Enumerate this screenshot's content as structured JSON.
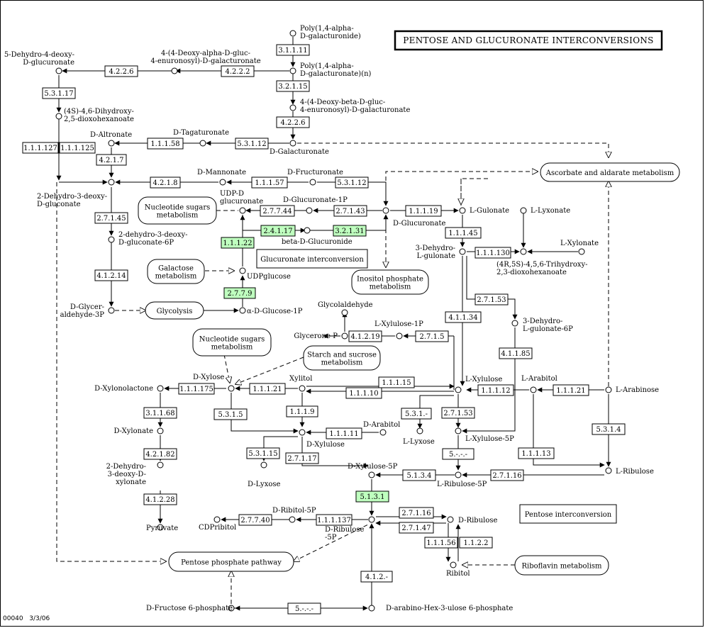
{
  "title": "PENTOSE AND GLUCURONATE INTERCONVERSIONS",
  "footer": {
    "map_id": "00040",
    "date": "3/3/06"
  },
  "compounds": {
    "poly_galacturonide": [
      "Poly(1,4-alpha-",
      "D-galacturonide)"
    ],
    "poly_galacturonate_n": [
      "Poly(1,4-alpha-",
      "D-galacturonate)(n)"
    ],
    "dehydro_deoxy_glucuronate": [
      "5-Dehydro-4-deoxy-",
      "D-glucuronate"
    ],
    "deoxy_alpha_gluc": [
      "4-(4-Deoxy-alpha-D-gluc-",
      "4-enuronosyl)-D-galacturonate"
    ],
    "deoxy_beta_gluc": [
      "4-(4-Deoxy-beta-D-gluc-",
      "4-enuronosyl)-D-galacturonate"
    ],
    "dihydroxy_dioxo": [
      "(4S)-4,6-Dihydroxy-",
      "2,5-dioxohexanoate"
    ],
    "d_altronate": "D-Altronate",
    "d_tagaturonate": "D-Tagaturonate",
    "d_galacturonate": "D-Galacturonate",
    "d_mannonate": "D-Mannonate",
    "d_fructuronate": "D-Fructuronate",
    "kdg": [
      "2-Dehydro-3-deoxy-",
      "D-gluconate"
    ],
    "udp_glucuronate": [
      "UDP-D",
      "glucuronate"
    ],
    "d_glucuronate_1p": "D-Glucuronate-1P",
    "d_glucuronate": "D-Glucuronate",
    "beta_d_glucuronide": "beta-D-Glucuronide",
    "l_gulonate": "L-Gulonate",
    "l_lyxonate": "L-Lyxonate",
    "l_xylonate": "L-Xylonate",
    "kdpg": [
      "2-dehydro-3-deoxy-",
      "D-gluconate-6P"
    ],
    "udpglucose": "UDPglucose",
    "dehydro_l_gulonate": [
      "3-Dehydro-",
      "L-gulonate"
    ],
    "trihydroxy_dioxo": [
      "(4R,5S)-4,5,6-Trihydroxy-",
      "2,3-dioxohexanoate"
    ],
    "d_glyceraldehyde_3p": [
      "D-Glycer-",
      "aldehyde-3P"
    ],
    "alpha_d_glucose_1p": "α-D-Glucose-1P",
    "glycolaldehyde": "Glycolaldehyde",
    "l_xylulose_1p": "L-Xylulose-1P",
    "glycerone_p": "Glycerone-P",
    "dehydro_l_gulonate_6p": [
      "3-Dehydro-",
      "L-gulonate-6P"
    ],
    "d_xylose": "D-Xylose",
    "xylitol": "Xylitol",
    "d_xylonolactone": "D-Xylonolactone",
    "l_xylulose": "L-Xylulose",
    "l_arabitol": "L-Arabitol",
    "l_arabinose": "L-Arabinose",
    "d_xylonate": "D-Xylonate",
    "d_xylulose": "D-Xylulose",
    "d_arabitol": "D-Arabitol",
    "l_lyxose": "L-Lyxose",
    "l_xylulose_5p": "L-Xylulose-5P",
    "d_lyxose": "D-Lyxose",
    "dehydro_deoxy_xylonate": [
      "2-Dehydro-",
      "3-deoxy-D-",
      "xylonate"
    ],
    "d_xylulose_5p": "D-Xylulose-5P",
    "l_ribulose_5p": "L-Ribulose-5P",
    "l_ribulose": "L-Ribulose",
    "d_ribitol_5p": "D-Ribitol-5P",
    "cdpribitol": "CDPribitol",
    "d_ribulose_5p": [
      "D-Ribulose",
      "-5P"
    ],
    "d_ribulose": "D-Ribulose",
    "pyruvate": "Pyruvate",
    "ribitol": "Ribitol",
    "d_fructose_6p": "D-Fructose 6-phosphate",
    "d_arabino_hex": "D-arabino-Hex-3-ulose 6-phosphate"
  },
  "enzymes": {
    "e31111": "3.1.1.11",
    "e4226a": "4.2.2.6",
    "e4222": "4.2.2.2",
    "e32115": "3.2.1.15",
    "e4226b": "4.2.2.6",
    "e53117": "5.3.1.17",
    "e111127": "1.1.1.127",
    "e111125": "1.1.1.125",
    "e111158": "1.1.1.58",
    "e53112a": "5.3.1.12",
    "e4217": "4.2.1.7",
    "e4218": "4.2.1.8",
    "e111157": "1.1.1.57",
    "e53112b": "5.3.1.12",
    "e27744": "2.7.7.44",
    "e27143": "2.7.1.43",
    "e111119": "1.1.1.19",
    "e24117": "2.4.1.17",
    "e32131": "3.2.1.31",
    "e2714": "2.7.1.45",
    "e11122": "1.1.1.22",
    "e111145": "1.1.1.45",
    "e111130": "1.1.1.130",
    "e41214": "4.1.2.14",
    "e2779": "2.7.7.9",
    "e27153a": "2.7.1.53",
    "e412319": "4.1.2.19",
    "e2715": "2.7.1.5",
    "e41134": "4.1.1.34",
    "e41185": "4.1.1.85",
    "e111175": "1.1.1.175",
    "e111121a": "1.1.1.21",
    "e111115": "1.1.1.15",
    "e111110": "1.1.1.10",
    "e111112": "1.1.1.12",
    "e111121b": "1.1.1.21",
    "e31168": "3.1.1.68",
    "e5315": "5.3.1.5",
    "e1119": "1.1.1.9",
    "e531m": "5.3.1.-",
    "e27153b": "2.7.1.53",
    "e111111": "1.1.1.11",
    "e5314": "5.3.1.4",
    "e42182": "4.2.1.82",
    "e53115": "5.3.1.15",
    "e27117": "2.7.1.17",
    "e5mmm": "5.-.-.-",
    "e111113": "1.1.1.13",
    "e5134": "5.1.3.4",
    "e27116a": "2.7.1.16",
    "e41228": "4.1.2.28",
    "e5131": "5.1.3.1",
    "e27740": "2.7.7.40",
    "e111137": "1.1.1.137",
    "e27116b": "2.7.1.16",
    "e27147": "2.7.1.47",
    "e111156": "1.1.1.56",
    "e1122": "1.1.2.2",
    "e412m": "4.1.2.-",
    "e5mmm2": "5.-.-.-"
  },
  "highlighted_enzymes": [
    "1.1.1.22",
    "2.4.1.17",
    "3.2.1.31",
    "2.7.7.9",
    "5.1.3.1"
  ],
  "pathway_maps": {
    "ascorbate": "Ascorbate and aldarate metabolism",
    "nucleotide_sugars_1": [
      "Nucleotide sugars",
      "metabolism"
    ],
    "galactose": [
      "Galactose",
      "metabolism"
    ],
    "glycolysis": "Glycolysis",
    "inositol": [
      "Inositol phosphate",
      "metabolism"
    ],
    "nucleotide_sugars_2": [
      "Nucleotide sugars",
      "metabolism"
    ],
    "starch": [
      "Starch and sucrose",
      "metabolism"
    ],
    "pentose_phosphate": "Pentose phosphate pathway",
    "riboflavin": "Riboflavin metabolism"
  },
  "section_labels": {
    "glucuronate_interconversion": "Glucuronate interconversion",
    "pentose_interconversion": "Pentose interconversion"
  },
  "colors": {
    "highlight": "#bfffbf",
    "line": "#000000",
    "background": "#ffffff"
  }
}
